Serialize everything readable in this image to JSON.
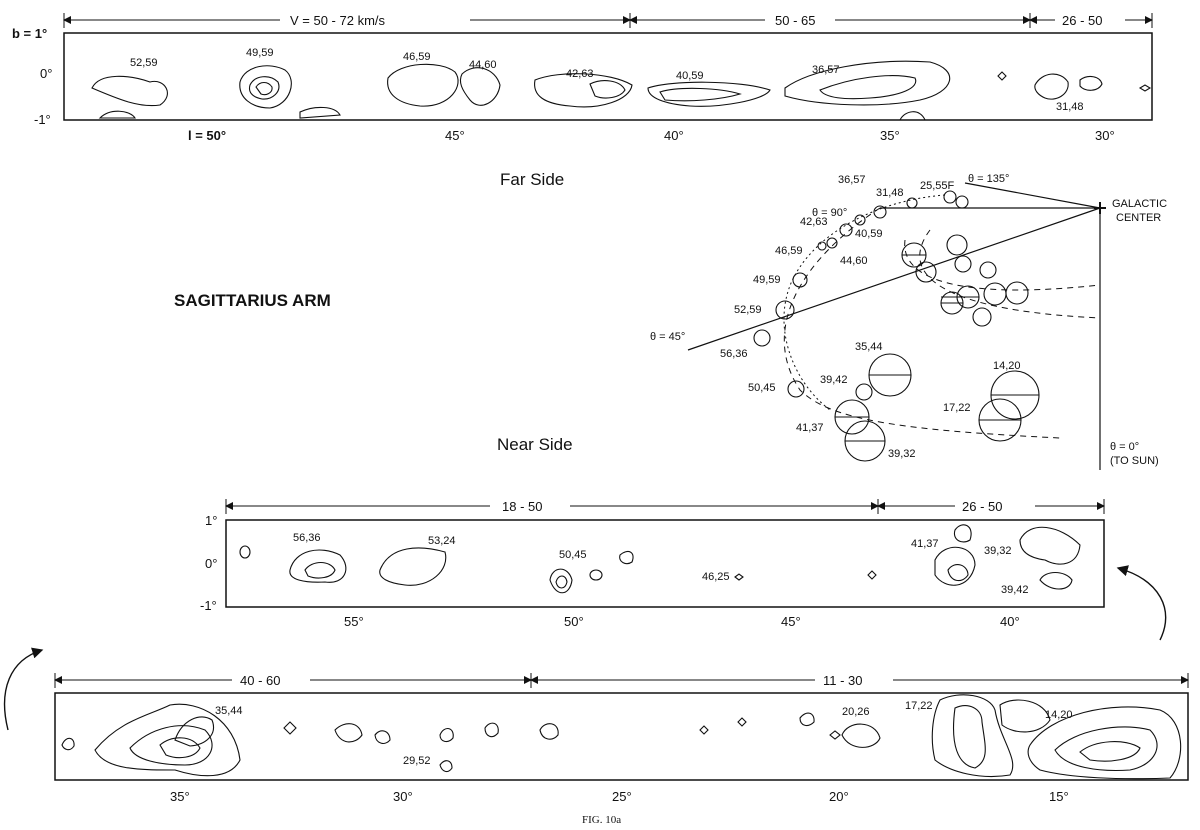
{
  "figure": {
    "caption": "FIG. 10a",
    "arm_title": "SAGITTARIUS ARM",
    "far_side": "Far Side",
    "near_side": "Near Side"
  },
  "strip1": {
    "ranges": [
      "V = 50 - 72 km/s",
      "50 - 65",
      "26 - 50"
    ],
    "lat_labels": [
      "b = 1°",
      "0°",
      "-1°"
    ],
    "long_ticks": [
      "l = 50°",
      "45°",
      "40°",
      "35°",
      "30°"
    ],
    "clouds": [
      "52,59",
      "49,59",
      "46,59",
      "44,60",
      "42,63",
      "40,59",
      "36,57",
      "31,48"
    ]
  },
  "diagram": {
    "angles": [
      "θ = 135°",
      "θ = 90°",
      "θ = 45°",
      "θ = 0°",
      "(TO SUN)"
    ],
    "galactic_center": [
      "GALACTIC",
      "CENTER"
    ],
    "clouds": [
      "36,57",
      "31,48",
      "25,55F",
      "42,63",
      "40,59",
      "46,59",
      "44,60",
      "49,59",
      "52,59",
      "56,36",
      "35,44",
      "50,45",
      "39,42",
      "14,20",
      "17,22",
      "41,37",
      "39,32"
    ]
  },
  "strip2": {
    "ranges": [
      "18 - 50",
      "26 - 50"
    ],
    "lat_labels": [
      "1°",
      "0°",
      "-1°"
    ],
    "long_ticks": [
      "55°",
      "50°",
      "45°",
      "40°"
    ],
    "clouds": [
      "56,36",
      "53,24",
      "50,45",
      "46,25",
      "41,37",
      "39,32",
      "39,42"
    ]
  },
  "strip3": {
    "ranges": [
      "40 - 60",
      "11 - 30"
    ],
    "long_ticks": [
      "35°",
      "30°",
      "25°",
      "20°",
      "15°"
    ],
    "clouds": [
      "35,44",
      "29,52",
      "20,26",
      "17,22",
      "14,20"
    ]
  }
}
